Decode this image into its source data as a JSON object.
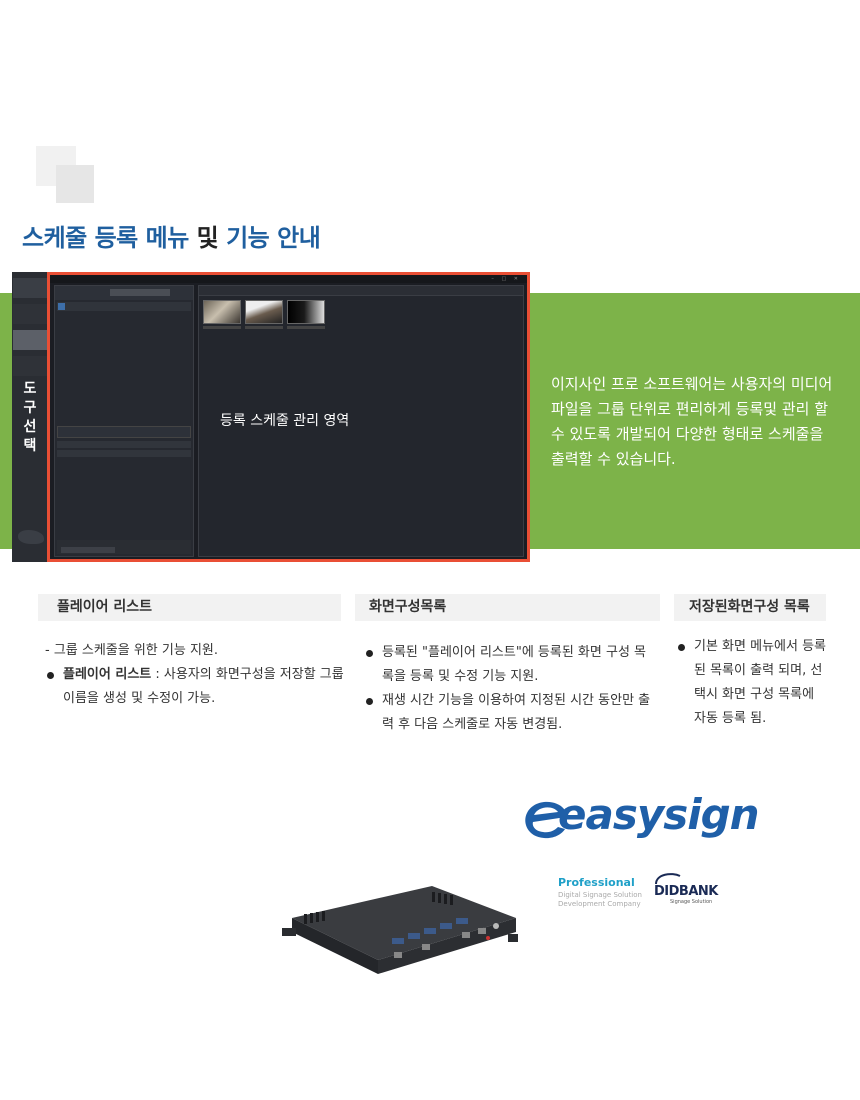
{
  "title": {
    "part1": "스케줄 등록 메뉴",
    "part2": "및",
    "part3": "기능 안내"
  },
  "description": "이지사인 프로 소프트웨어는 사용자의 미디어 파일을 그룹 단위로 편리하게 등록및 관리 할 수 있도록 개발되어 다양한 형태로 스케줄을 출력할 수 있습니다.",
  "screenshot": {
    "tool_label": "도구선택",
    "area_label": "등록 스케줄 관리 영역"
  },
  "sections": [
    {
      "heading": "플레이어 리스트",
      "intro": "- 그룹 스케줄을 위한 기능 지원.",
      "bullets": [
        {
          "bold": "플레이어 리스트",
          "text": " : 사용자의 화면구성을 저장할 그룹 이름을 생성 및 수정이 가능."
        }
      ]
    },
    {
      "heading": "화면구성목록",
      "bullets": [
        {
          "text": "등록된 \"플레이어 리스트\"에 등록된 화면 구성 목록을 등록 및 수정 기능 지원."
        },
        {
          "text": "재생 시간 기능을 이용하여 지정된 시간 동안만 출력 후 다음 스케줄로 자동 변경됨."
        }
      ]
    },
    {
      "heading": "저장된화면구성 목록",
      "bullets": [
        {
          "text": "기본 화면 메뉴에서 등록된 목록이 출력 되며, 선택시 화면 구성 목록에 자동 등록 됨."
        }
      ]
    }
  ],
  "brand": {
    "logo": "easysign",
    "tagline_title": "Professional",
    "tagline_sub1": "Digital Signage Solution",
    "tagline_sub2": "Development Company",
    "partner": "DIDBANK",
    "partner_sub": "Signage Solution"
  },
  "colors": {
    "title_blue": "#1f5f9f",
    "band_green": "#7db349",
    "frame_red": "#e94f35",
    "logo_blue": "#1f5fa8"
  }
}
